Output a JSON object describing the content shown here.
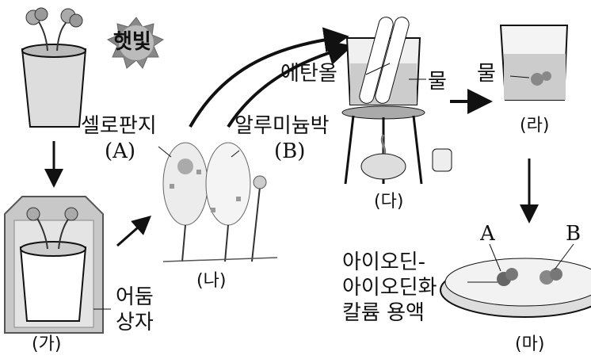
{
  "labels": {
    "sunlight": "햇빛",
    "cellophane": "셀로판지",
    "cellophane_tag": "(A)",
    "foil": "알루미늄박",
    "foil_tag": "(B)",
    "ethanol": "에탄올",
    "water_da": "물",
    "water_ra": "물",
    "dark_box_1": "어둠",
    "dark_box_2": "상자",
    "iodine_1": "아이오딘-",
    "iodine_2": "아이오딘화",
    "iodine_3": "칼륨 용액",
    "leaf_a": "A",
    "leaf_b": "B"
  },
  "steps": {
    "ga": "(가)",
    "na": "(나)",
    "da": "(다)",
    "ra": "(라)",
    "ma": "(마)"
  },
  "colors": {
    "gray": "#b5b5b5",
    "dark": "#111111",
    "light": "#e6e6e6"
  }
}
